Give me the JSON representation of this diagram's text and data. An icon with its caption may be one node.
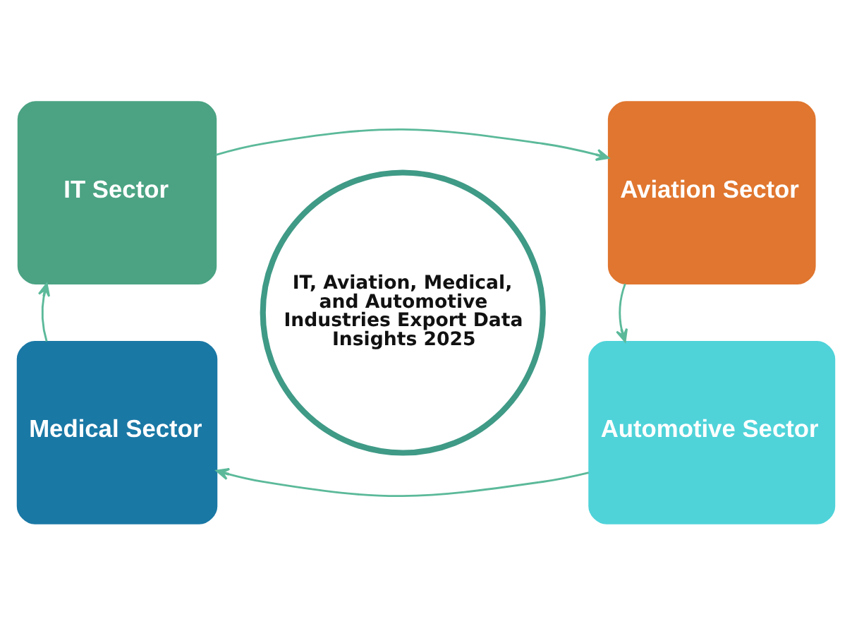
{
  "diagram": {
    "nodes": [
      {
        "text": [
          "IT Sector"
        ]
      },
      {
        "text": [
          "Aviation Sector"
        ]
      },
      {
        "text": [
          "IT, Aviation, Medical, and Automotive Industries Export Data Insights 2025"
        ]
      },
      {
        "text": [
          "Medical Sector"
        ]
      },
      {
        "text": [
          "Automotive Sector"
        ]
      }
    ],
    "edges": [
      {
        "from": 0,
        "to": 1,
        "arrow": "to"
      },
      {
        "from": 1,
        "to": 4,
        "arrow": "to"
      },
      {
        "from": 4,
        "to": 3,
        "arrow": "to"
      },
      {
        "from": 3,
        "to": 0,
        "arrow": "to"
      }
    ]
  }
}
